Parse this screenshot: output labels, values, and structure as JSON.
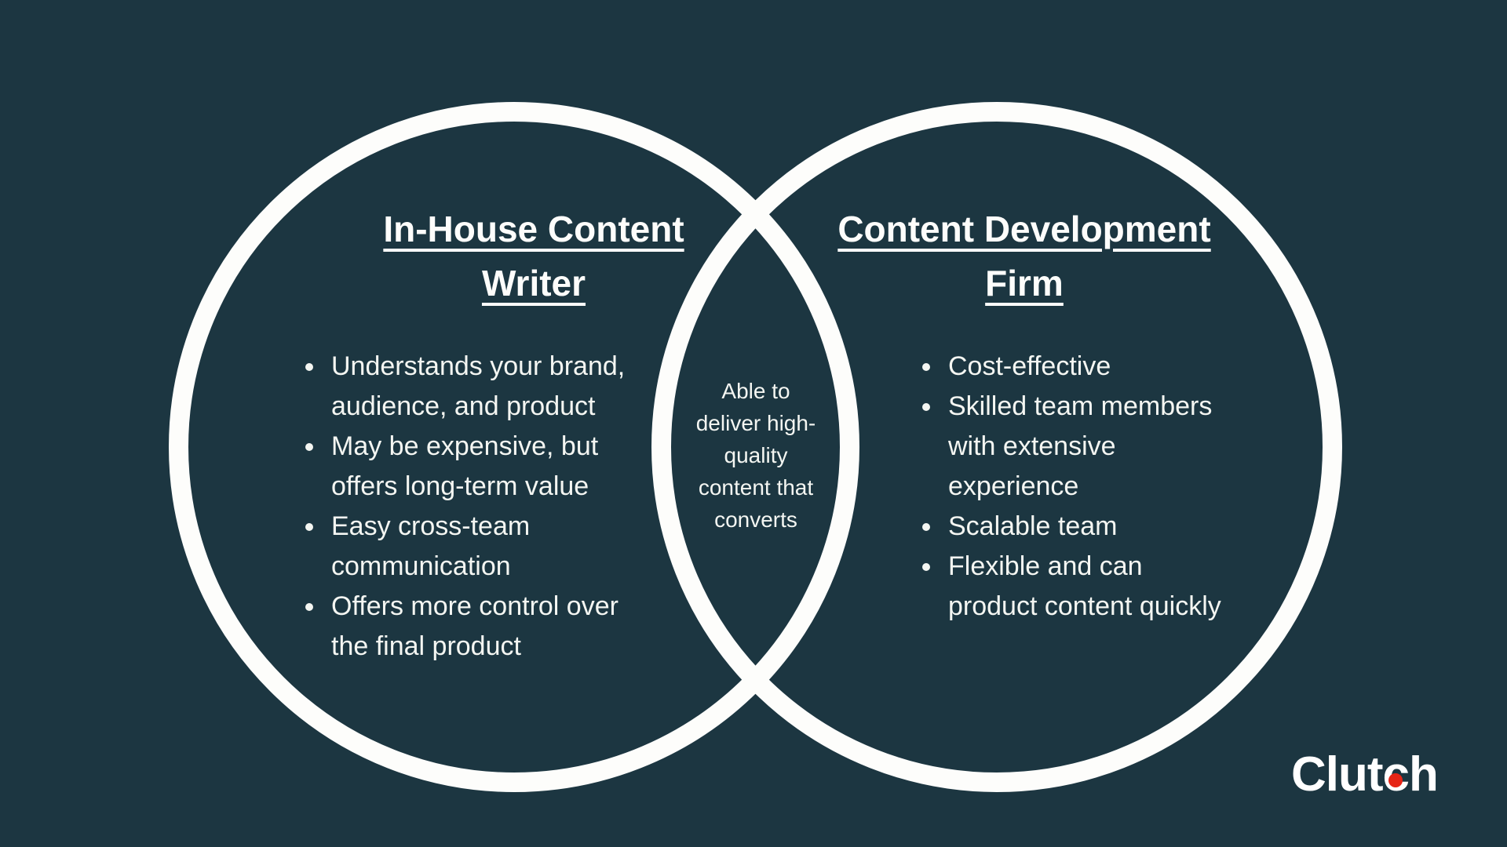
{
  "colors": {
    "background": "#1c3641",
    "circle_stroke": "#fdfdfb",
    "text": "#f4f6f2",
    "logo_dot": "#e62415"
  },
  "venn": {
    "left": {
      "title": "In-House Content\nWriter",
      "bullets": [
        "Understands your brand,\naudience, and product",
        "May be expensive, but\noffers long-term value",
        "Easy cross-team\ncommunication",
        "Offers more control over\nthe final product"
      ]
    },
    "right": {
      "title": "Content Development\nFirm",
      "bullets": [
        "Cost-effective",
        "Skilled team members\nwith extensive\nexperience",
        "Scalable team",
        "Flexible and can\nproduct content quickly"
      ]
    },
    "intersection": {
      "text": "Able to\ndeliver high-\nquality\ncontent that\nconverts"
    }
  },
  "logo": {
    "part1": "Clut",
    "part2": "c",
    "part3": "h",
    "full_name": "Clutch"
  }
}
